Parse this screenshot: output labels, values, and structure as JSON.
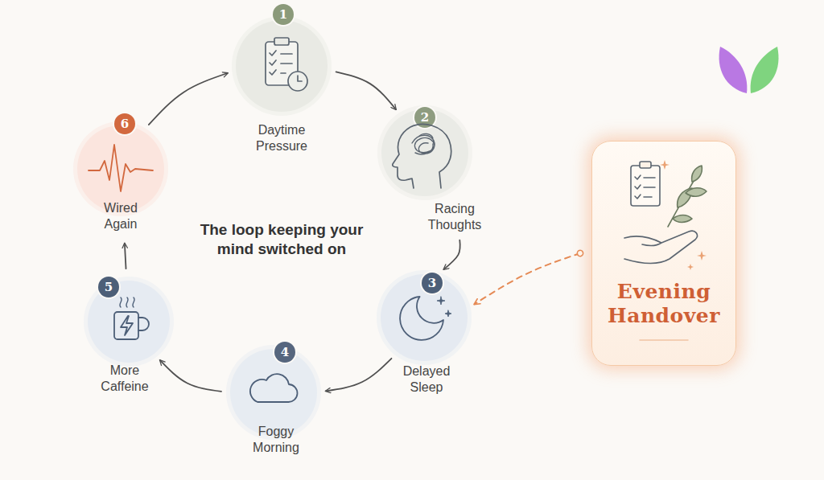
{
  "diagram": {
    "title": "The loop keeping your mind switched on",
    "nodes": [
      {
        "text": [
          "1",
          "Daytime Pressure"
        ]
      },
      {
        "text": [
          "2",
          "Racing Thoughts"
        ]
      },
      {
        "text": [
          "3",
          "Delayed Sleep"
        ]
      },
      {
        "text": [
          "4",
          "Foggy Morning"
        ]
      },
      {
        "text": [
          "5",
          "More Caffeine"
        ]
      },
      {
        "text": [
          "6",
          "Wired Again"
        ]
      },
      {
        "text": [
          "Evening Handover"
        ]
      }
    ],
    "edges": [
      {
        "from": 0,
        "to": 1,
        "arrow": "to"
      },
      {
        "from": 1,
        "to": 2,
        "arrow": "to"
      },
      {
        "from": 2,
        "to": 3,
        "arrow": "to"
      },
      {
        "from": 3,
        "to": 4,
        "arrow": "to"
      },
      {
        "from": 4,
        "to": 5,
        "arrow": "to"
      },
      {
        "from": 5,
        "to": 0,
        "arrow": "to"
      },
      {
        "from": 6,
        "to": 2,
        "arrow": "to"
      }
    ]
  }
}
